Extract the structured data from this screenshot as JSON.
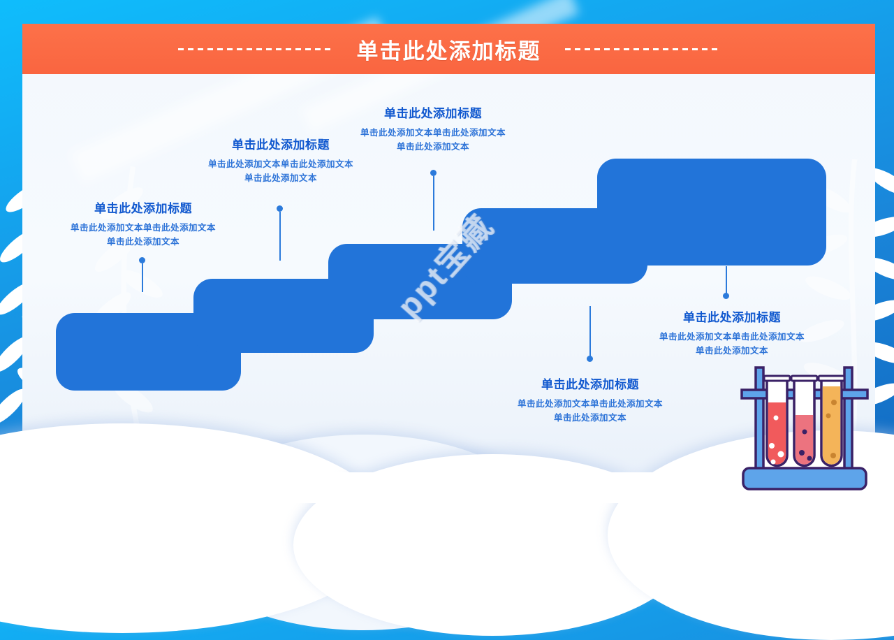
{
  "header": {
    "title": "单击此处添加标题"
  },
  "watermark": {
    "text": "ppt宝藏"
  },
  "blocks": [
    {
      "title": "单击此处添加标题",
      "line1": "单击此处添加文本单击此处添加文本",
      "line2": "单击此处添加文本"
    },
    {
      "title": "单击此处添加标题",
      "line1": "单击此处添加文本单击此处添加文本",
      "line2": "单击此处添加文本"
    },
    {
      "title": "单击此处添加标题",
      "line1": "单击此处添加文本单击此处添加文本",
      "line2": "单击此处添加文本"
    },
    {
      "title": "单击此处添加标题",
      "line1": "单击此处添加文本单击此处添加文本",
      "line2": "单击此处添加文本"
    },
    {
      "title": "单击此处添加标题",
      "line1": "单击此处添加文本单击此处添加文本",
      "line2": "单击此处添加文本"
    }
  ],
  "diagram": {
    "type": "staircase-steps",
    "step_count": 5,
    "step_color": "#2274d9"
  },
  "colors": {
    "accent_orange": "#fb6a43",
    "frame_top": "#0fbdfc",
    "frame_bottom": "#1168c0",
    "title_text": "#1058cf",
    "body_text": "#2e74d8",
    "connector": "#2b7adb"
  },
  "illustration": {
    "name": "test-tube-rack",
    "tube_colors": [
      "#f15a5c",
      "#ec737f",
      "#f4b459"
    ],
    "rack_color": "#5ea4ea",
    "outline_color": "#3a2166"
  }
}
